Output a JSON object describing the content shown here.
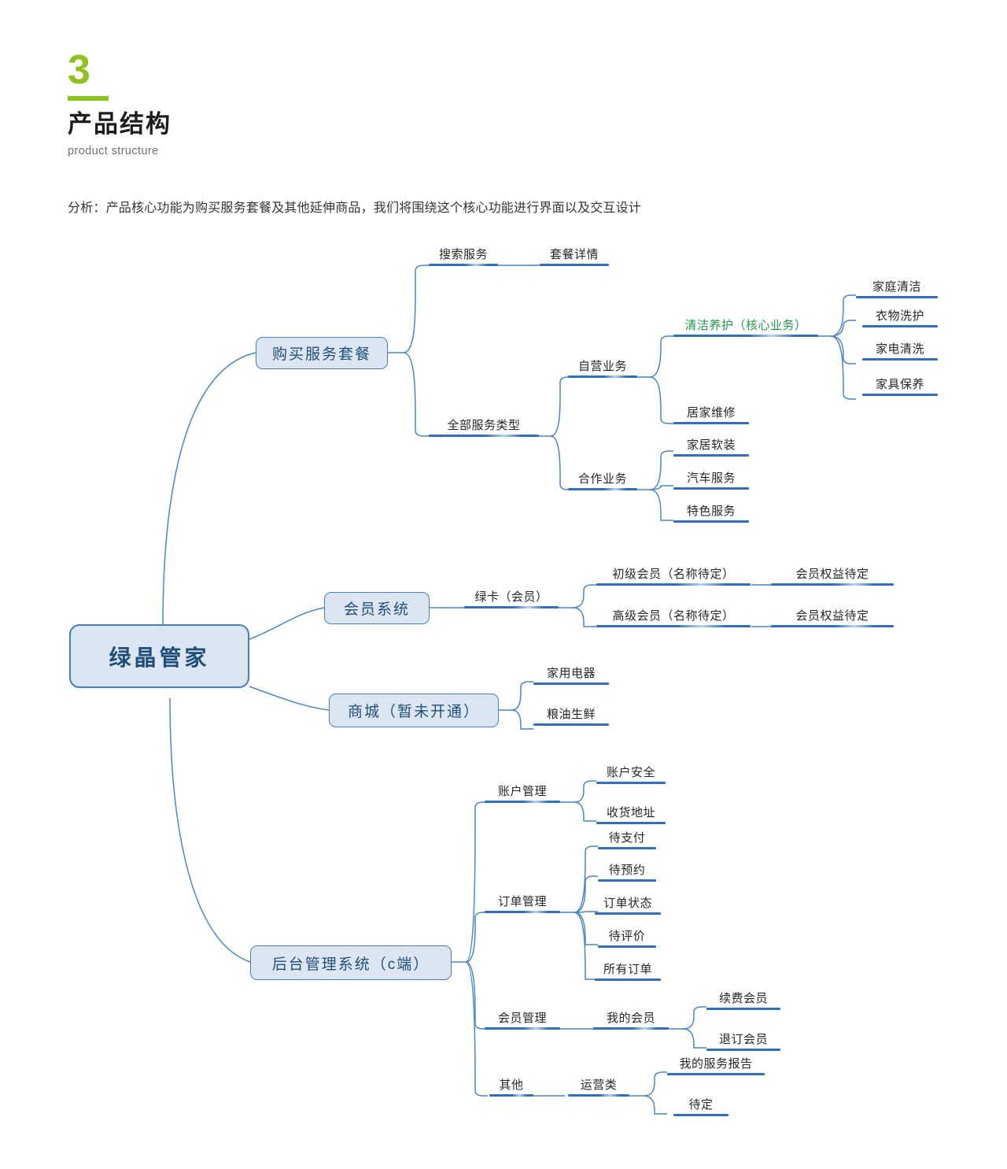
{
  "header": {
    "number": "3",
    "title_cn": "产品结构",
    "title_en": "product structure",
    "accent_color": "#8cc321"
  },
  "analysis": {
    "text": "分析：产品核心功能为购买服务套餐及其他延伸商品，我们将围绕这个核心功能进行界面以及交互设计"
  },
  "theme": {
    "node_fill": "#dce6f2",
    "node_border": "#4a7ebb",
    "node_text": "#1f4e79",
    "line_color": "#4a86c8",
    "bar_color": "#2f6fc0",
    "highlight_color": "#1d9a4a"
  },
  "mindmap": {
    "root": {
      "label": "绿晶管家"
    },
    "branches": [
      {
        "label": "购买服务套餐",
        "children": [
          {
            "label": "搜索服务",
            "children": [
              {
                "label": "套餐详情"
              }
            ]
          },
          {
            "label": "全部服务类型",
            "children": [
              {
                "label": "自营业务",
                "children": [
                  {
                    "label": "清洁养护（核心业务）",
                    "highlight": true,
                    "children": [
                      {
                        "label": "家庭清洁"
                      },
                      {
                        "label": "衣物洗护"
                      },
                      {
                        "label": "家电清洗"
                      },
                      {
                        "label": "家具保养"
                      }
                    ]
                  },
                  {
                    "label": "居家维修"
                  }
                ]
              },
              {
                "label": "合作业务",
                "children": [
                  {
                    "label": "家居软装"
                  },
                  {
                    "label": "汽车服务"
                  },
                  {
                    "label": "特色服务"
                  }
                ]
              }
            ]
          }
        ]
      },
      {
        "label": "会员系统",
        "children": [
          {
            "label": "绿卡（会员）",
            "children": [
              {
                "label": "初级会员（名称待定）",
                "children": [
                  {
                    "label": "会员权益待定"
                  }
                ]
              },
              {
                "label": "高级会员（名称待定）",
                "children": [
                  {
                    "label": "会员权益待定"
                  }
                ]
              }
            ]
          }
        ]
      },
      {
        "label": "商城（暂未开通）",
        "children": [
          {
            "label": "家用电器"
          },
          {
            "label": "粮油生鲜"
          }
        ]
      },
      {
        "label": "后台管理系统（c端）",
        "children": [
          {
            "label": "账户管理",
            "children": [
              {
                "label": "账户安全"
              },
              {
                "label": "收货地址"
              }
            ]
          },
          {
            "label": "订单管理",
            "children": [
              {
                "label": "待支付"
              },
              {
                "label": "待预约"
              },
              {
                "label": "订单状态"
              },
              {
                "label": "待评价"
              },
              {
                "label": "所有订单"
              }
            ]
          },
          {
            "label": "会员管理",
            "children": [
              {
                "label": "我的会员",
                "children": [
                  {
                    "label": "续费会员"
                  },
                  {
                    "label": "退订会员"
                  }
                ]
              }
            ]
          },
          {
            "label": "其他",
            "children": [
              {
                "label": "运营类",
                "children": [
                  {
                    "label": "我的服务报告"
                  },
                  {
                    "label": "待定"
                  }
                ]
              }
            ]
          }
        ]
      }
    ]
  }
}
